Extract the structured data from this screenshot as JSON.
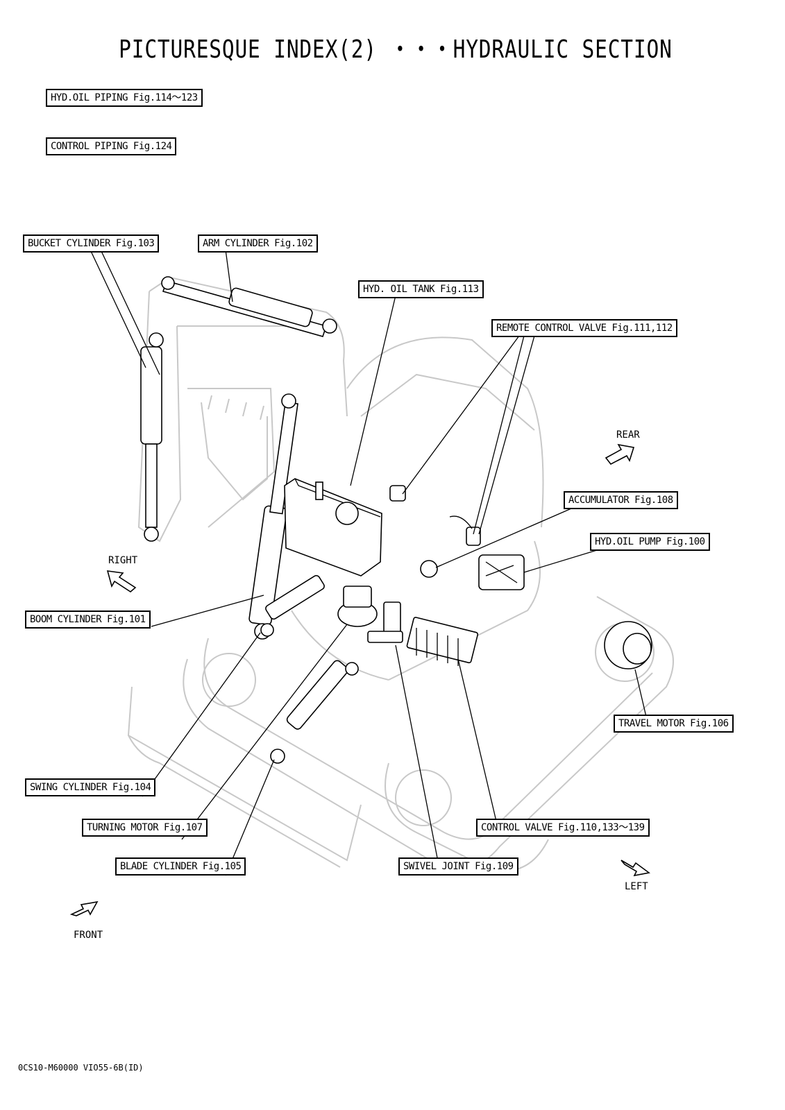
{
  "title": "PICTURESQUE INDEX(2) ・・・HYDRAULIC SECTION",
  "callouts": {
    "hyd_oil_piping": "HYD.OIL PIPING Fig.114～123",
    "control_piping": "CONTROL PIPING Fig.124",
    "bucket_cylinder": "BUCKET CYLINDER Fig.103",
    "arm_cylinder": "ARM CYLINDER Fig.102",
    "hyd_oil_tank": "HYD. OIL TANK Fig.113",
    "remote_control_valve": "REMOTE CONTROL VALVE Fig.111,112",
    "accumulator": "ACCUMULATOR Fig.108",
    "hyd_oil_pump": "HYD.OIL PUMP Fig.100",
    "boom_cylinder": "BOOM CYLINDER Fig.101",
    "travel_motor": "TRAVEL MOTOR Fig.106",
    "swing_cylinder": "SWING CYLINDER Fig.104",
    "turning_motor": "TURNING MOTOR Fig.107",
    "blade_cylinder": "BLADE CYLINDER Fig.105",
    "control_valve": "CONTROL VALVE Fig.110,133～139",
    "swivel_joint": "SWIVEL JOINT Fig.109"
  },
  "directions": {
    "rear": "REAR",
    "right": "RIGHT",
    "left": "LEFT",
    "front": "FRONT"
  },
  "doc_code": "0CS10-M60000 VIO55-6B(ID)"
}
